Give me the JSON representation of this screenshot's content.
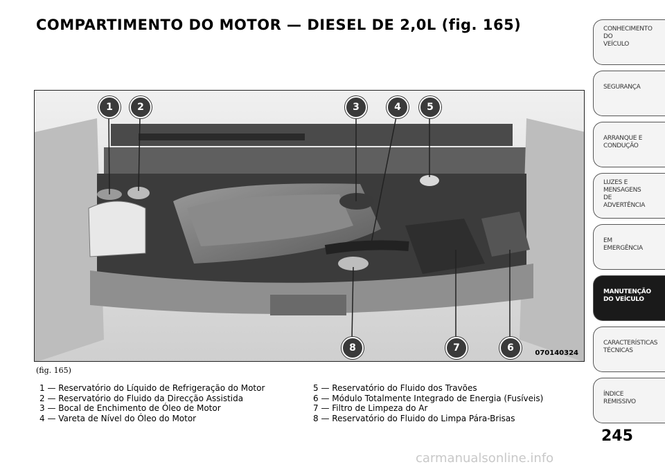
{
  "page": {
    "title": "COMPARTIMENTO DO MOTOR — DIESEL DE 2,0L (fig.  165)",
    "page_number": "245",
    "watermark": "carmanualsonline.info"
  },
  "figure": {
    "code": "070140324",
    "ref": "(fig. 165)",
    "callouts": [
      "1",
      "2",
      "3",
      "4",
      "5",
      "6",
      "7",
      "8"
    ]
  },
  "legend": {
    "left": [
      "1 — Reservatório do Líquido de Refrigeração do Motor",
      "2 — Reservatório do Fluido da Direcção Assistida",
      "3 — Bocal de Enchimento de Óleo de Motor",
      "4 — Vareta de Nível do Óleo do Motor"
    ],
    "right": [
      "5 — Reservatório do Fluido dos Travões",
      "6 — Módulo Totalmente Integrado de Energia (Fusíveis)",
      "7 — Filtro de Limpeza do Ar",
      "8 — Reservatório do Fluido do Limpa Pára-Brisas"
    ]
  },
  "sidebar": {
    "tabs": [
      {
        "label": "CONHECIMENTO\nDO\nVEÍCULO",
        "active": false
      },
      {
        "label": "SEGURANÇA",
        "active": false
      },
      {
        "label": "ARRANQUE E\nCONDUÇÃO",
        "active": false
      },
      {
        "label": "LUZES E\nMENSAGENS\nDE\nADVERTÊNCIA",
        "active": false
      },
      {
        "label": "EM\nEMERGÊNCIA",
        "active": false
      },
      {
        "label": "MANUTENÇÃO\nDO VEÍCULO",
        "active": true
      },
      {
        "label": "CARACTERÍSTICAS\nTÉCNICAS",
        "active": false
      },
      {
        "label": "ÍNDICE\nREMISSIVO",
        "active": false
      }
    ]
  }
}
